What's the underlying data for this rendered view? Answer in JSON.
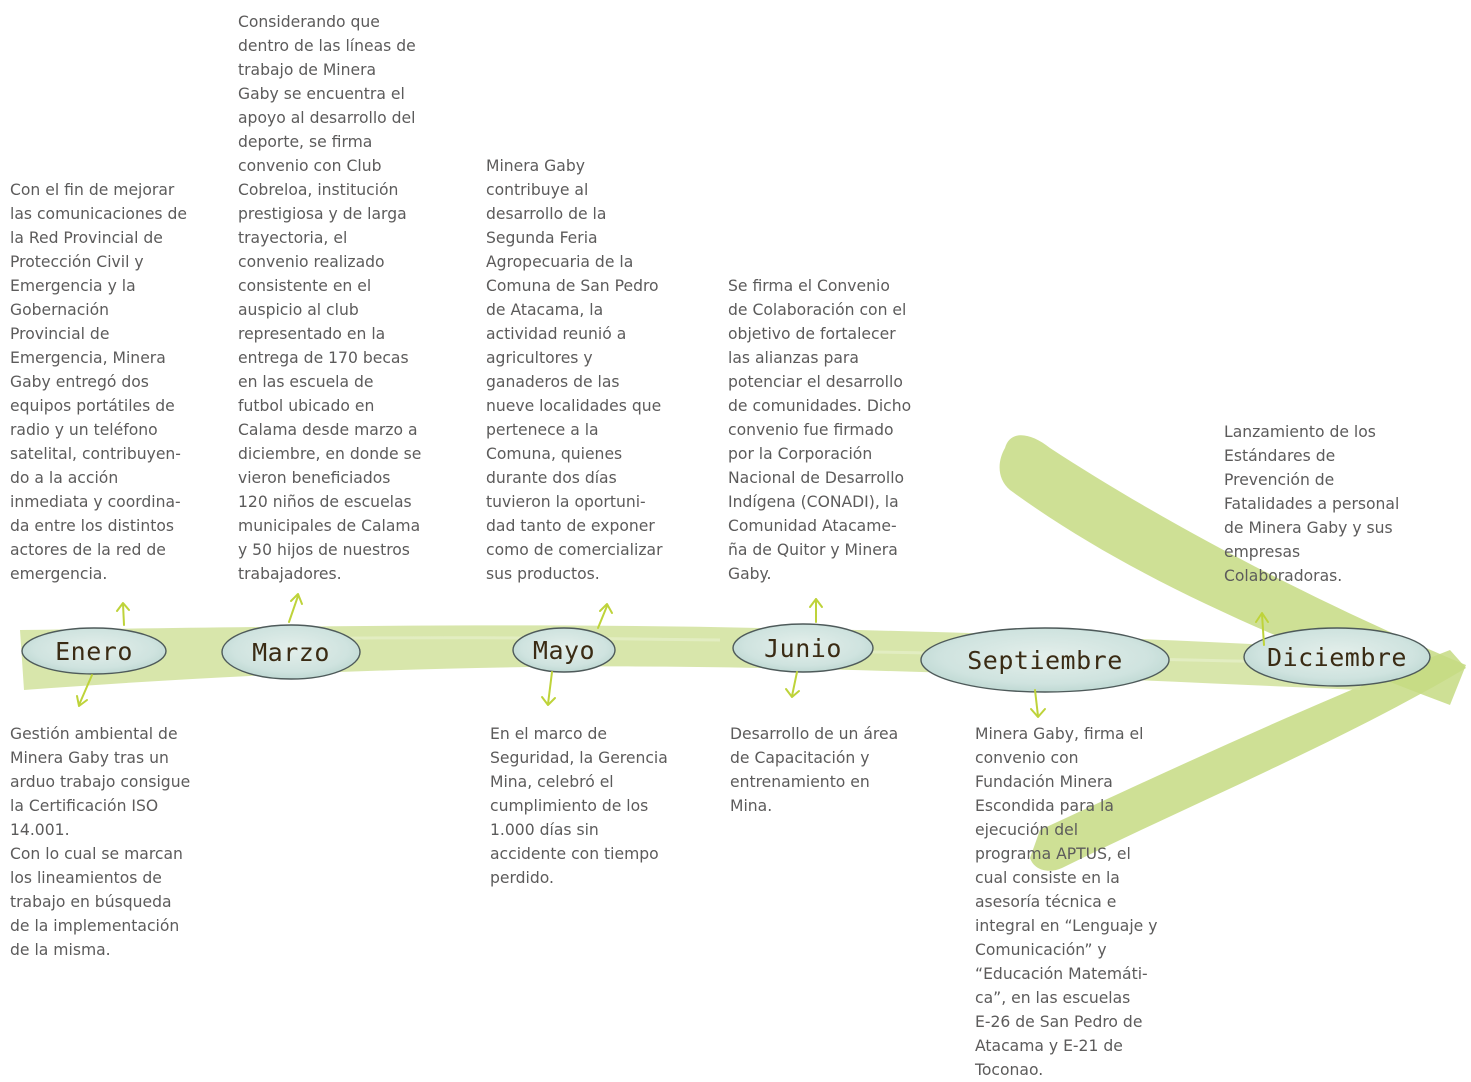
{
  "timeline": {
    "events": [
      {
        "month": "Enero",
        "above": "Con el fin de mejorar\nlas comunicaciones de\nla Red Provincial de\nProtección Civil y\nEmergencia y la\nGobernación\nProvincial de\nEmergencia, Minera\nGaby entregó dos\nequipos portátiles de\nradio y un teléfono\nsatelital, contribuyen-\ndo a la acción\ninmediata y coordina-\nda entre los distintos\nactores de la red de\nemergencia.",
        "below": "Gestión ambiental de\nMinera Gaby  tras un\narduo trabajo consigue\nla Certificación ISO\n14.001.\nCon lo cual se marcan\nlos lineamientos de\ntrabajo en búsqueda\nde la implementación\nde la misma."
      },
      {
        "month": "Marzo",
        "above": "Considerando que\ndentro de las líneas de\ntrabajo de Minera\nGaby se encuentra el\napoyo al desarrollo del\ndeporte, se firma\nconvenio con Club\nCobreloa, institución\nprestigiosa y de larga\ntrayectoria, el\nconvenio realizado\nconsistente en el\nauspicio al club\nrepresentado en la\nentrega de 170 becas\nen las escuela de\nfutbol ubicado en\nCalama desde marzo a\ndiciembre, en donde se\nvieron beneficiados\n120 niños de escuelas\nmunicipales de Calama\ny 50 hijos de nuestros\ntrabajadores."
      },
      {
        "month": "Mayo",
        "above": "Minera Gaby\ncontribuye al\ndesarrollo de la\nSegunda Feria\nAgropecuaria de la\nComuna de San Pedro\nde Atacama, la\nactividad reunió a\nagricultores y\nganaderos de las\nnueve localidades que\npertenece a la\nComuna, quienes\ndurante dos días\ntuvieron la oportuni-\ndad tanto de exponer\ncomo de comercializar\nsus productos.",
        "below": "En el marco de\nSeguridad, la Gerencia\nMina, celebró el\ncumplimiento de los\n1.000 días sin\naccidente con tiempo\nperdido."
      },
      {
        "month": "Junio",
        "above": "Se firma el Convenio\nde Colaboración con el\nobjetivo de fortalecer\nlas alianzas para\npotenciar el desarrollo\nde comunidades. Dicho\nconvenio fue firmado\npor la Corporación\nNacional de Desarrollo\nIndígena (CONADI), la\nComunidad Atacame-\nña de Quitor y Minera\nGaby.",
        "below": "Desarrollo de un área\nde Capacitación y\nentrenamiento en\nMina."
      },
      {
        "month": "Septiembre",
        "below": "Minera Gaby, firma el\nconvenio con\nFundación Minera\nEscondida para la\nejecución del\nprograma APTUS, el\ncual consiste en la\nasesoría técnica e\nintegral en “Lenguaje y\nComunicación” y\n“Educación Matemáti-\nca”, en las escuelas\nE-26 de San Pedro de\nAtacama y E-21 de\nToconao."
      },
      {
        "month": "Diciembre",
        "above": "Lanzamiento de los\nEstándares de\nPrevención de\nFatalidades a personal\nde Minera Gaby y sus\nempresas\nColaboradoras."
      }
    ]
  },
  "colors": {
    "band": "#d4e3a2",
    "arrow": "#c6da82",
    "bubble": "#cfe3df",
    "pointer": "#bed33a",
    "text": "#5c5b5b"
  }
}
